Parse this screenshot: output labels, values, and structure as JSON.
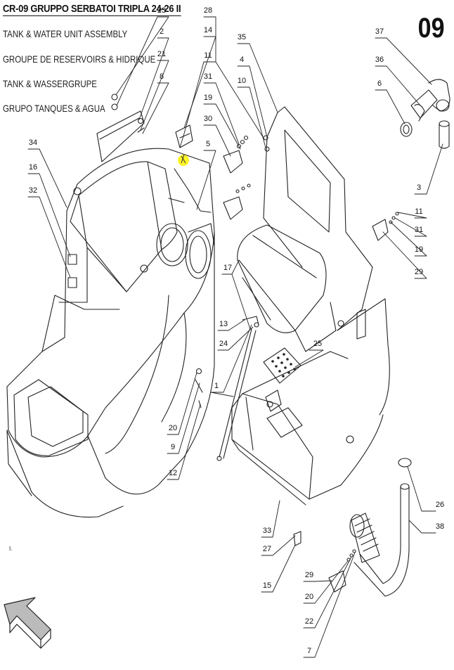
{
  "header": {
    "title": "CR-09 GRUPPO SERBATOI TRIPLA 24-26 II",
    "subtitles": [
      "TANK & WATER UNIT ASSEMBLY",
      "GROUPE DE RESERVOIRS & HIDRIQUE",
      "TANK & WASSERGRUPE",
      "GRUPO TANQUES & AGUA"
    ],
    "page_number": "09"
  },
  "footnote": "I.",
  "highlight_color": "#fff200",
  "callouts": [
    "23",
    "2",
    "21",
    "8",
    "28",
    "14",
    "11",
    "31",
    "19",
    "30",
    "5",
    "35",
    "4",
    "10",
    "37",
    "36",
    "6",
    "3",
    "11",
    "31",
    "19",
    "29",
    "34",
    "16",
    "32",
    "17",
    "13",
    "24",
    "25",
    "1",
    "20",
    "9",
    "12",
    "33",
    "27",
    "15",
    "26",
    "38",
    "29",
    "20",
    "22",
    "7"
  ]
}
